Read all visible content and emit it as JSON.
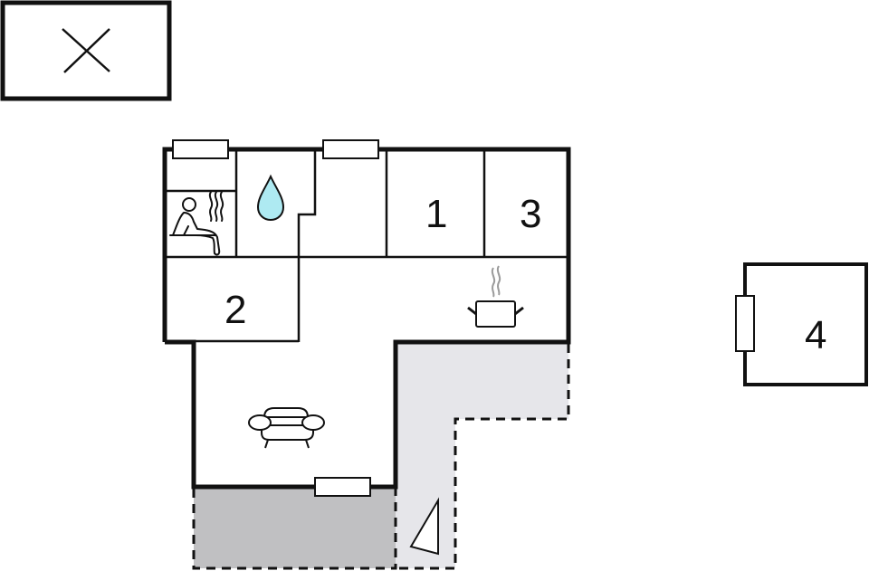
{
  "floorplan": {
    "type": "floor-plan",
    "colors": {
      "wall": "#111111",
      "background": "#ffffff",
      "terrace_light": "#e6e6ea",
      "terrace_dark": "#c0c0c2",
      "water_drop": "#aeeaf2",
      "steam": "#9a9a9a"
    },
    "compass_box": {
      "icon": "cross-icon"
    },
    "rooms": [
      {
        "id": "sauna",
        "icon": "sauna-icon",
        "label": ""
      },
      {
        "id": "bathroom",
        "icon": "water-drop-icon",
        "label": ""
      },
      {
        "id": "hallway",
        "icon": "",
        "label": ""
      },
      {
        "id": "bedroom-1",
        "icon": "",
        "label": "1"
      },
      {
        "id": "bedroom-3",
        "icon": "",
        "label": "3"
      },
      {
        "id": "bedroom-2",
        "icon": "",
        "label": "2"
      },
      {
        "id": "kitchen",
        "icon": "cooking-pot-icon",
        "label": ""
      },
      {
        "id": "living-room",
        "icon": "armchair-icon",
        "label": ""
      },
      {
        "id": "bedroom-4",
        "icon": "",
        "label": "4"
      }
    ],
    "labels": {
      "room1": "1",
      "room2": "2",
      "room3": "3",
      "room4": "4"
    },
    "outdoor": [
      {
        "id": "terrace-covered",
        "icon": ""
      },
      {
        "id": "terrace-open",
        "icon": "sun-triangle-icon"
      }
    ]
  }
}
